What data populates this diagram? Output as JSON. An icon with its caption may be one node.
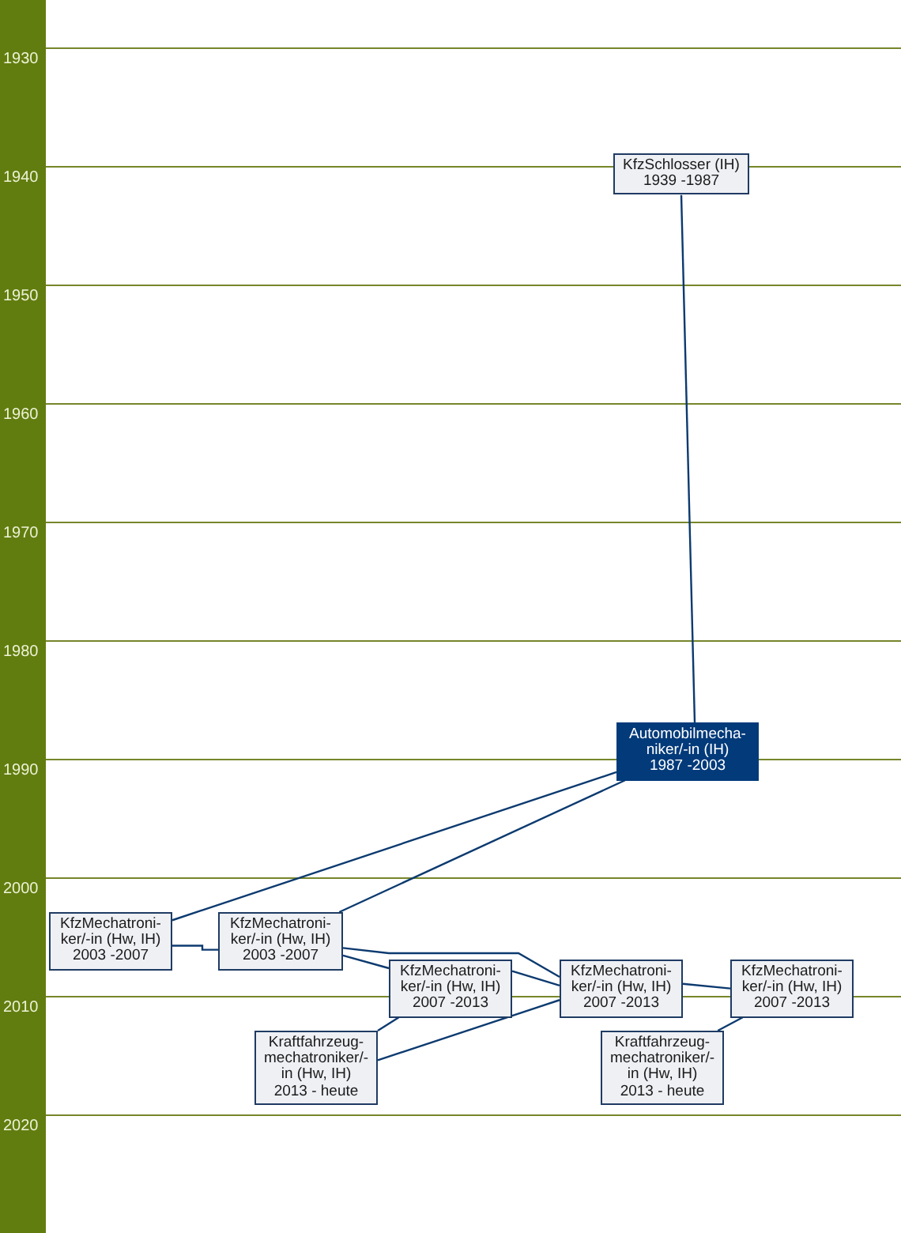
{
  "diagram": {
    "nodes": [
      {
        "text": [
          "KfzSchlosser (IH)",
          "1939 -1987"
        ]
      },
      {
        "text": [
          "Automobilmecha- niker/-in (IH)",
          "1987 -2003"
        ]
      },
      {
        "text": [
          "KfzMechatroni- ker/-in (Hw, IH)",
          "2003 -2007"
        ]
      },
      {
        "text": [
          "KfzMechatroni- ker/-in (Hw, IH)",
          "2003 -2007"
        ]
      },
      {
        "text": [
          "KfzMechatroni- ker/-in (Hw, IH)",
          "2007 -2013"
        ]
      },
      {
        "text": [
          "KfzMechatroni- ker/-in (Hw, IH)",
          "2007 -2013"
        ]
      },
      {
        "text": [
          "KfzMechatroni- ker/-in (Hw, IH)",
          "2007 -2013"
        ]
      },
      {
        "text": [
          "Kraftfahrzeug- mechatroniker/- in (Hw, IH)",
          "2013 - heute"
        ]
      },
      {
        "text": [
          "Kraftfahrzeug- mechatroniker/- in (Hw, IH)",
          "2013 - heute"
        ]
      }
    ],
    "edges": [
      {
        "from": 0,
        "to": 1,
        "arrow": "none"
      },
      {
        "from": 1,
        "to": 2,
        "arrow": "none"
      },
      {
        "from": 1,
        "to": 3,
        "arrow": "none"
      },
      {
        "from": 2,
        "to": 3,
        "arrow": "none"
      },
      {
        "from": 3,
        "to": 4,
        "arrow": "none"
      },
      {
        "from": 3,
        "to": 5,
        "arrow": "none"
      },
      {
        "from": 4,
        "to": 5,
        "arrow": "none"
      },
      {
        "from": 5,
        "to": 6,
        "arrow": "none"
      },
      {
        "from": 4,
        "to": 7,
        "arrow": "none"
      },
      {
        "from": 5,
        "to": 7,
        "arrow": "none"
      },
      {
        "from": 6,
        "to": 8,
        "arrow": "none"
      }
    ],
    "labels": [
      "1930",
      "1940",
      "1950",
      "1960",
      "1970",
      "1980",
      "1990",
      "2000",
      "2010",
      "2020"
    ]
  }
}
